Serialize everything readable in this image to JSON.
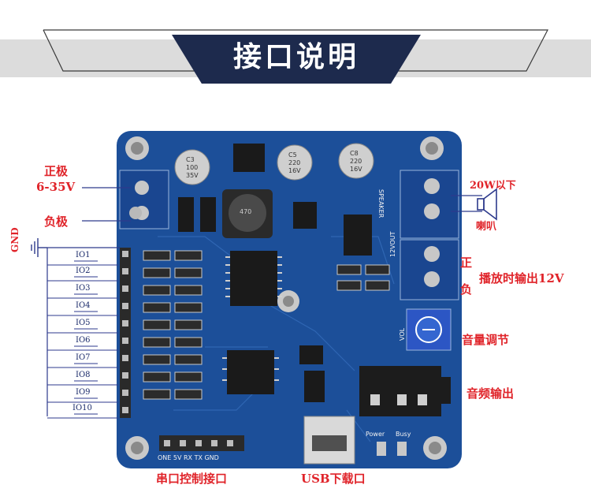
{
  "banner": {
    "title": "接口说明"
  },
  "annotations": {
    "positive_terminal": "正极",
    "voltage_range": "6-35V",
    "negative_terminal": "负极",
    "gnd": "GND",
    "speaker_power": "20W以下",
    "speaker": "喇叭",
    "output_positive": "正",
    "output_negative": "负",
    "play_output": "播放时输出12V",
    "volume_adjust": "音量调节",
    "audio_output": "音频输出",
    "serial_port": "串口控制接口",
    "usb_download": "USB下载口"
  },
  "io_pins": [
    "IO1",
    "IO2",
    "IO3",
    "IO4",
    "IO5",
    "IO6",
    "IO7",
    "IO8",
    "IO9",
    "IO10"
  ],
  "board_labels": {
    "header_pins": "ONE 5V RX TX GND",
    "power": "Power",
    "busy": "Busy",
    "speaker_silk": "SPEAKER",
    "output_silk": "12VOUT",
    "vol_silk": "VOL",
    "inductor": "470",
    "cap_left_top": "C3",
    "cap_left_mid": "100",
    "cap_left_bottom": "35V",
    "cap_mid_top": "C5",
    "cap_mid_mid": "220",
    "cap_mid_bottom": "16V",
    "cap_right_top": "C8",
    "cap_right_mid": "220",
    "cap_right_bottom": "16V"
  },
  "colors": {
    "board": "#1c4f99",
    "banner": "#1d2a4d",
    "annotation": "#e0242a"
  }
}
